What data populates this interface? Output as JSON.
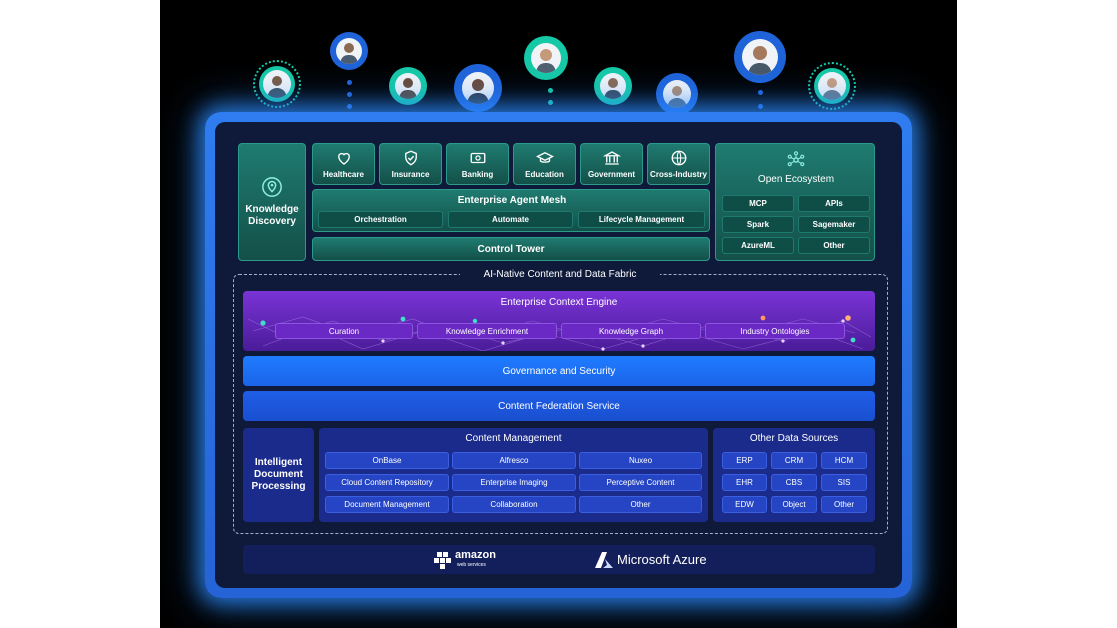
{
  "industries": [
    {
      "label": "Healthcare",
      "icon": "heart-icon"
    },
    {
      "label": "Insurance",
      "icon": "shield-check-icon"
    },
    {
      "label": "Banking",
      "icon": "banknote-icon"
    },
    {
      "label": "Education",
      "icon": "graduation-cap-icon"
    },
    {
      "label": "Government",
      "icon": "government-building-icon"
    },
    {
      "label": "Cross-Industry",
      "icon": "globe-icon"
    }
  ],
  "knowledge_discovery": {
    "label": "Knowledge Discovery",
    "icon": "map-pin-icon"
  },
  "agent_mesh": {
    "title": "Enterprise Agent Mesh",
    "items": [
      "Orchestration",
      "Automate",
      "Lifecycle Management"
    ]
  },
  "control_tower": "Control Tower",
  "open_ecosystem": {
    "title": "Open Ecosystem",
    "icon": "network-icon",
    "items": [
      "MCP",
      "APIs",
      "Spark",
      "Sagemaker",
      "AzureML",
      "Other"
    ]
  },
  "fabric": {
    "title": "AI-Native Content and Data Fabric"
  },
  "context_engine": {
    "title": "Enterprise Context Engine",
    "items": [
      "Curation",
      "Knowledge Enrichment",
      "Knowledge Graph",
      "Industry Ontologies"
    ]
  },
  "governance": "Governance and Security",
  "federation": "Content Federation Service",
  "idp": "Intelligent Document Processing",
  "content_management": {
    "title": "Content Management",
    "items": [
      "OnBase",
      "Alfresco",
      "Nuxeo",
      "Cloud Content Repository",
      "Enterprise Imaging",
      "Perceptive Content",
      "Document Management",
      "Collaboration",
      "Other"
    ]
  },
  "other_sources": {
    "title": "Other Data Sources",
    "items": [
      "ERP",
      "CRM",
      "HCM",
      "EHR",
      "CBS",
      "SIS",
      "EDW",
      "Object",
      "Other"
    ]
  },
  "cloud": {
    "aws_main": "amazon",
    "aws_sub": "web services",
    "azure": "Microsoft Azure"
  },
  "colors": {
    "teal": "#1f7b70",
    "purple": "#7a33d6",
    "blue": "#1f7cff",
    "navy": "#1a2b8c",
    "frame_glow": "#2d8cff",
    "persona_teal": "#16c9a6",
    "persona_blue": "#1f63d8"
  }
}
